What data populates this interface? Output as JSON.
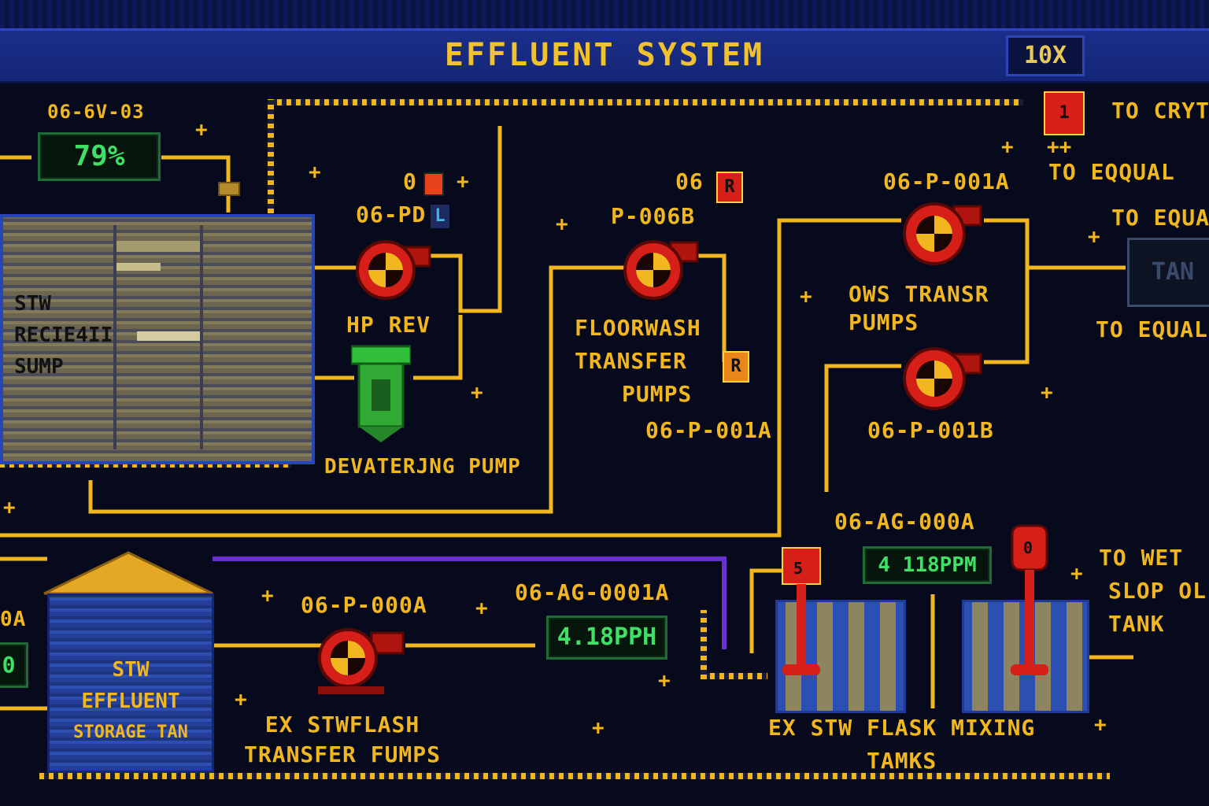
{
  "window": {
    "title": "EFFLUENT SYSTEM",
    "zoom": "10X"
  },
  "sump": {
    "tag": "06-6V-03",
    "level": "79%",
    "name_lines": [
      "STW",
      "RECIE4II",
      "SUMP"
    ]
  },
  "hp_rev": {
    "tag_line1": "0",
    "tag_line2": "06-PD",
    "badge1": "",
    "badge2": "L",
    "label": "HP REV"
  },
  "dewatering_pump": {
    "label": "DEVATERJNG PUMP"
  },
  "floorwash": {
    "tag_line1": "06",
    "tag_line2": "P-006B",
    "badge_top": "R",
    "badge_bottom": "R",
    "label_lines": [
      "FLOORWASH",
      "TRANSFER",
      "PUMPS"
    ],
    "lower_tag": "06-P-001A"
  },
  "ows": {
    "tag_top": "06-P-001A",
    "label_lines": [
      "OWS TRANSR",
      "PUMPS"
    ],
    "tag_bottom": "06-P-001B"
  },
  "right_outlets": {
    "to_cryt": "TO CRYT",
    "to_eqal": "TO EQQUAL",
    "to_equa": "TO EQUA",
    "to_equal": "TO EQUAL",
    "tank_display": "TAN",
    "badge": "1"
  },
  "storage_tank": {
    "name_lines": [
      "STW",
      "EFFLUENT",
      "STORAGE TAN"
    ],
    "left_tag": "0A",
    "left_value": "0"
  },
  "flash_pumps": {
    "tag": "06-P-000A",
    "label_lines": [
      "EX STWFLASH",
      "TRANSFER FUMPS"
    ]
  },
  "analyzer_1": {
    "tag": "06-AG-0001A",
    "value": "4.18PPH"
  },
  "analyzer_2": {
    "tag": "06-AG-000A",
    "value": "4 118PPM"
  },
  "mixing_tanks": {
    "label_lines": [
      "EX STW FLASK MIXING",
      "TAMKS"
    ],
    "badge_left": "5",
    "badge_right": "0"
  },
  "wet_slop": {
    "label_lines": [
      "TO WET",
      "SLOP OL",
      "TANK"
    ]
  },
  "colors": {
    "pipe": "#f2b71f",
    "pipe_purple": "#6a2fd0",
    "pump_red": "#d51f18",
    "readout_green": "#3fe064",
    "title_bar": "#1b2f8a"
  }
}
